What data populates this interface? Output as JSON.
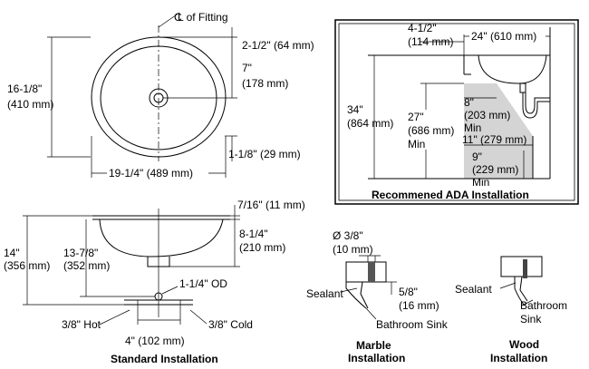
{
  "top_view": {
    "centerline": "L of Fitting",
    "dim_top_rim": "2-1/2\" (64 mm)",
    "dim_drain_in": "7\"",
    "dim_drain_mm": "(178 mm)",
    "dim_length_in": "16-1/8\"",
    "dim_length_mm": "(410 mm)",
    "dim_rim_side": "1-1/8\" (29 mm)",
    "dim_width": "19-1/4\" (489 mm)"
  },
  "ada": {
    "title": "Recommened ADA Installation",
    "dim_offset_in": "4-1/2\"",
    "dim_offset_mm": "(114 mm)",
    "dim_depth": "24\" (610 mm)",
    "dim_height_in": "34\"",
    "dim_height_mm": "(864 mm)",
    "dim_knee_in": "27\"",
    "dim_knee_mm": "(686 mm)",
    "dim_knee_min": "Min",
    "dim_toe_depth_in": "8\"",
    "dim_toe_depth_mm": "(203 mm)",
    "dim_toe_depth_min": "Min",
    "dim_clear": "11\" (279 mm)",
    "dim_toe_in": "9\"",
    "dim_toe_mm": "(229 mm)",
    "dim_toe_min": "Min"
  },
  "standard": {
    "title": "Standard Installation",
    "dim_lip": "7/16\" (11 mm)",
    "dim_bowl_in": "8-1/4\"",
    "dim_bowl_mm": "(210 mm)",
    "dim_total_in": "14\"",
    "dim_total_mm": "(356 mm)",
    "dim_outlet_in": "13-7/8\"",
    "dim_outlet_mm": "(352 mm)",
    "dim_od": "1-1/4\" OD",
    "hot": "3/8\" Hot",
    "cold": "3/8\" Cold",
    "spacing": "4\" (102 mm)"
  },
  "marble": {
    "dia_in": "Ø 3/8\"",
    "dia_mm": "(10 mm)",
    "sealant": "Sealant",
    "thick_in": "5/8\"",
    "thick_mm": "(16 mm)",
    "sink": "Bathroom Sink",
    "title_1": "Marble",
    "title_2": "Installation"
  },
  "wood": {
    "sealant": "Sealant",
    "sink_1": "Bathroom",
    "sink_2": "Sink",
    "title_1": "Wood",
    "title_2": "Installation"
  }
}
